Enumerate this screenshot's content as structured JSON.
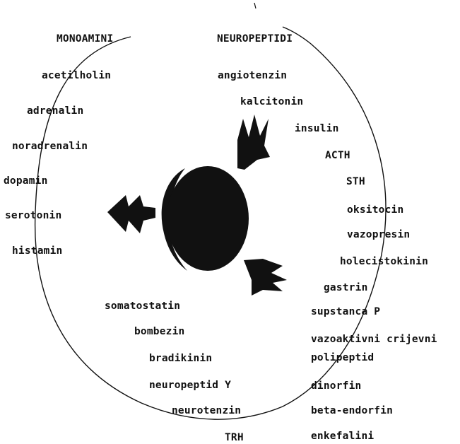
{
  "diagram": {
    "headings": {
      "monoamines": "MONOAMINI",
      "neuropeptides": "NEUROPEPTIDI"
    },
    "monoamines": [
      "acetilholin",
      "adrenalin",
      "noradrenalin",
      "dopamin",
      "serotonin",
      "histamin"
    ],
    "neuropeptides": [
      "angiotenzin",
      "kalcitonin",
      "insulin",
      "ACTH",
      "STH",
      "oksitocin",
      "vazopresin",
      "holecistokinin",
      "gastrin",
      "supstanca P",
      "vazoaktivni crijevni",
      "polipeptid",
      "dinorfin",
      "beta-endorfin",
      "enkefalini"
    ],
    "lower_group": [
      "somatostatin",
      "bombezin",
      "bradikinin",
      "neuropeptid Y",
      "neurotenzin",
      "TRH"
    ],
    "colors": {
      "ink": "#111111",
      "background": "#ffffff"
    }
  }
}
